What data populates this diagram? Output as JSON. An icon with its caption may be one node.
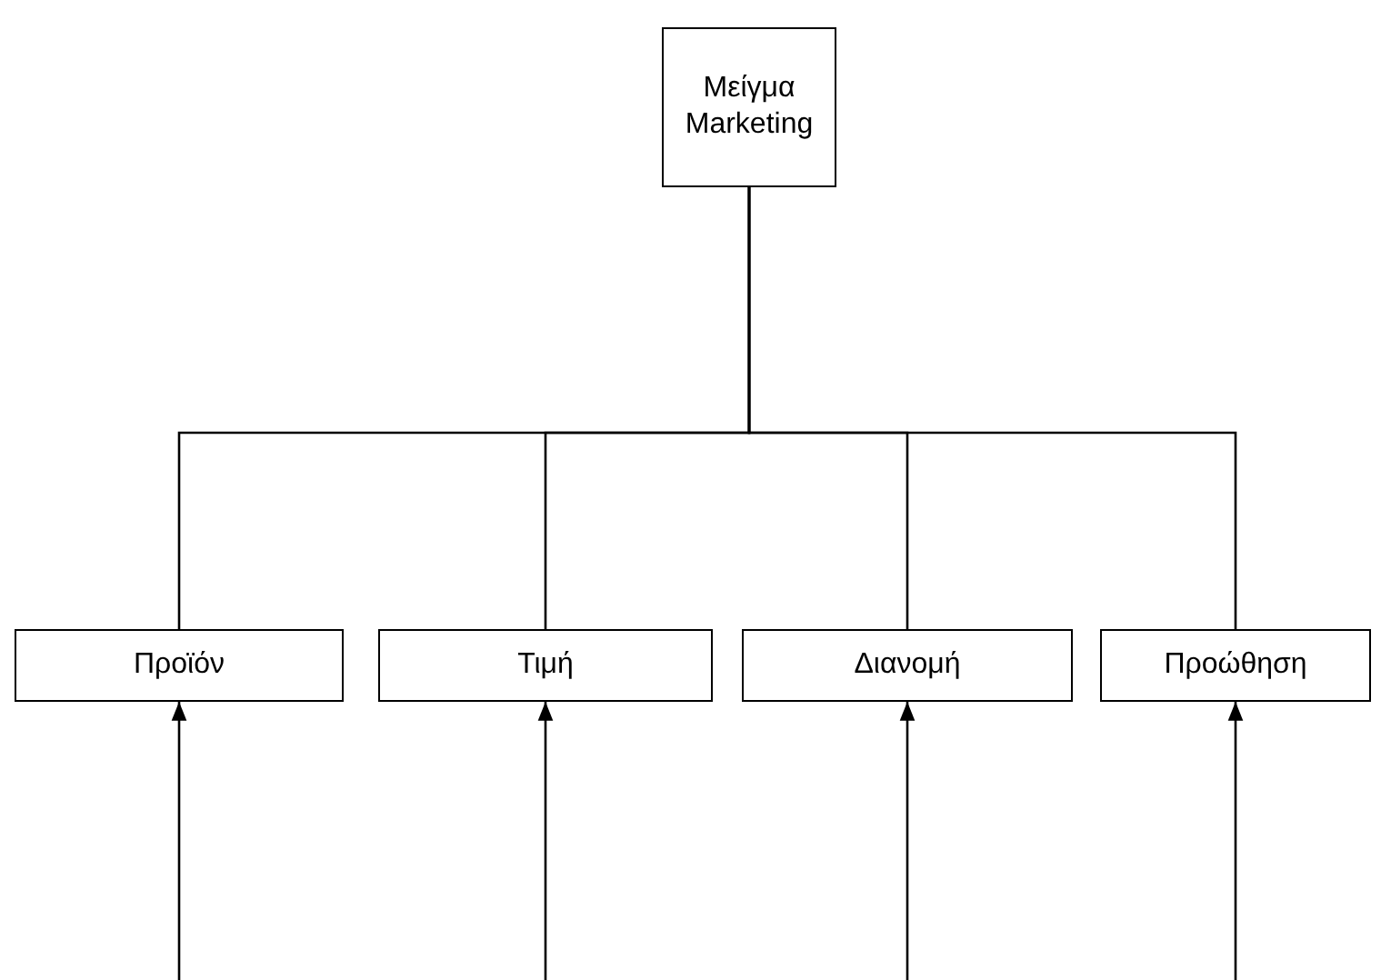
{
  "diagram": {
    "nodes": [
      {
        "text": [
          "Μείγμα Marketing"
        ]
      },
      {
        "text": [
          "Προϊόν"
        ]
      },
      {
        "text": [
          "Τιμή"
        ]
      },
      {
        "text": [
          "Διανομή"
        ]
      },
      {
        "text": [
          "Προώθηση"
        ]
      }
    ],
    "edges": [
      {
        "from": 0,
        "to": 1,
        "arrow": "none"
      },
      {
        "from": 0,
        "to": 2,
        "arrow": "none"
      },
      {
        "from": 0,
        "to": 3,
        "arrow": "none"
      },
      {
        "from": 0,
        "to": 4,
        "arrow": "none"
      },
      {
        "from": null,
        "to": 1,
        "arrow": "to"
      },
      {
        "from": null,
        "to": 2,
        "arrow": "to"
      },
      {
        "from": null,
        "to": 3,
        "arrow": "to"
      },
      {
        "from": null,
        "to": 4,
        "arrow": "to"
      }
    ]
  }
}
